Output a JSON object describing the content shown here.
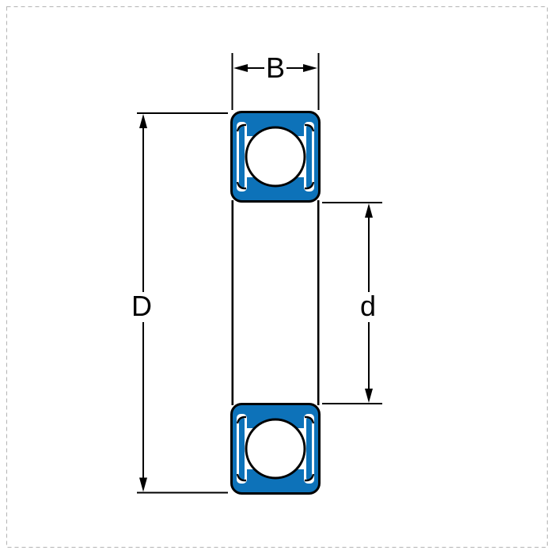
{
  "diagram": {
    "kind": "sealed-deep-groove-ball-bearing-cross-section",
    "background": "#ffffff",
    "frame": {
      "style": "dashed",
      "color": "#b3b3b3"
    },
    "colors": {
      "bearing_blue": "#0d72b9",
      "outline_black": "#000000",
      "ball_white": "#ffffff"
    },
    "labels": {
      "width": "B",
      "outer_diameter": "D",
      "bore_diameter": "d"
    },
    "parts": [
      "outer-ring",
      "inner-ring",
      "ball",
      "contact-seal-left",
      "contact-seal-right"
    ]
  }
}
